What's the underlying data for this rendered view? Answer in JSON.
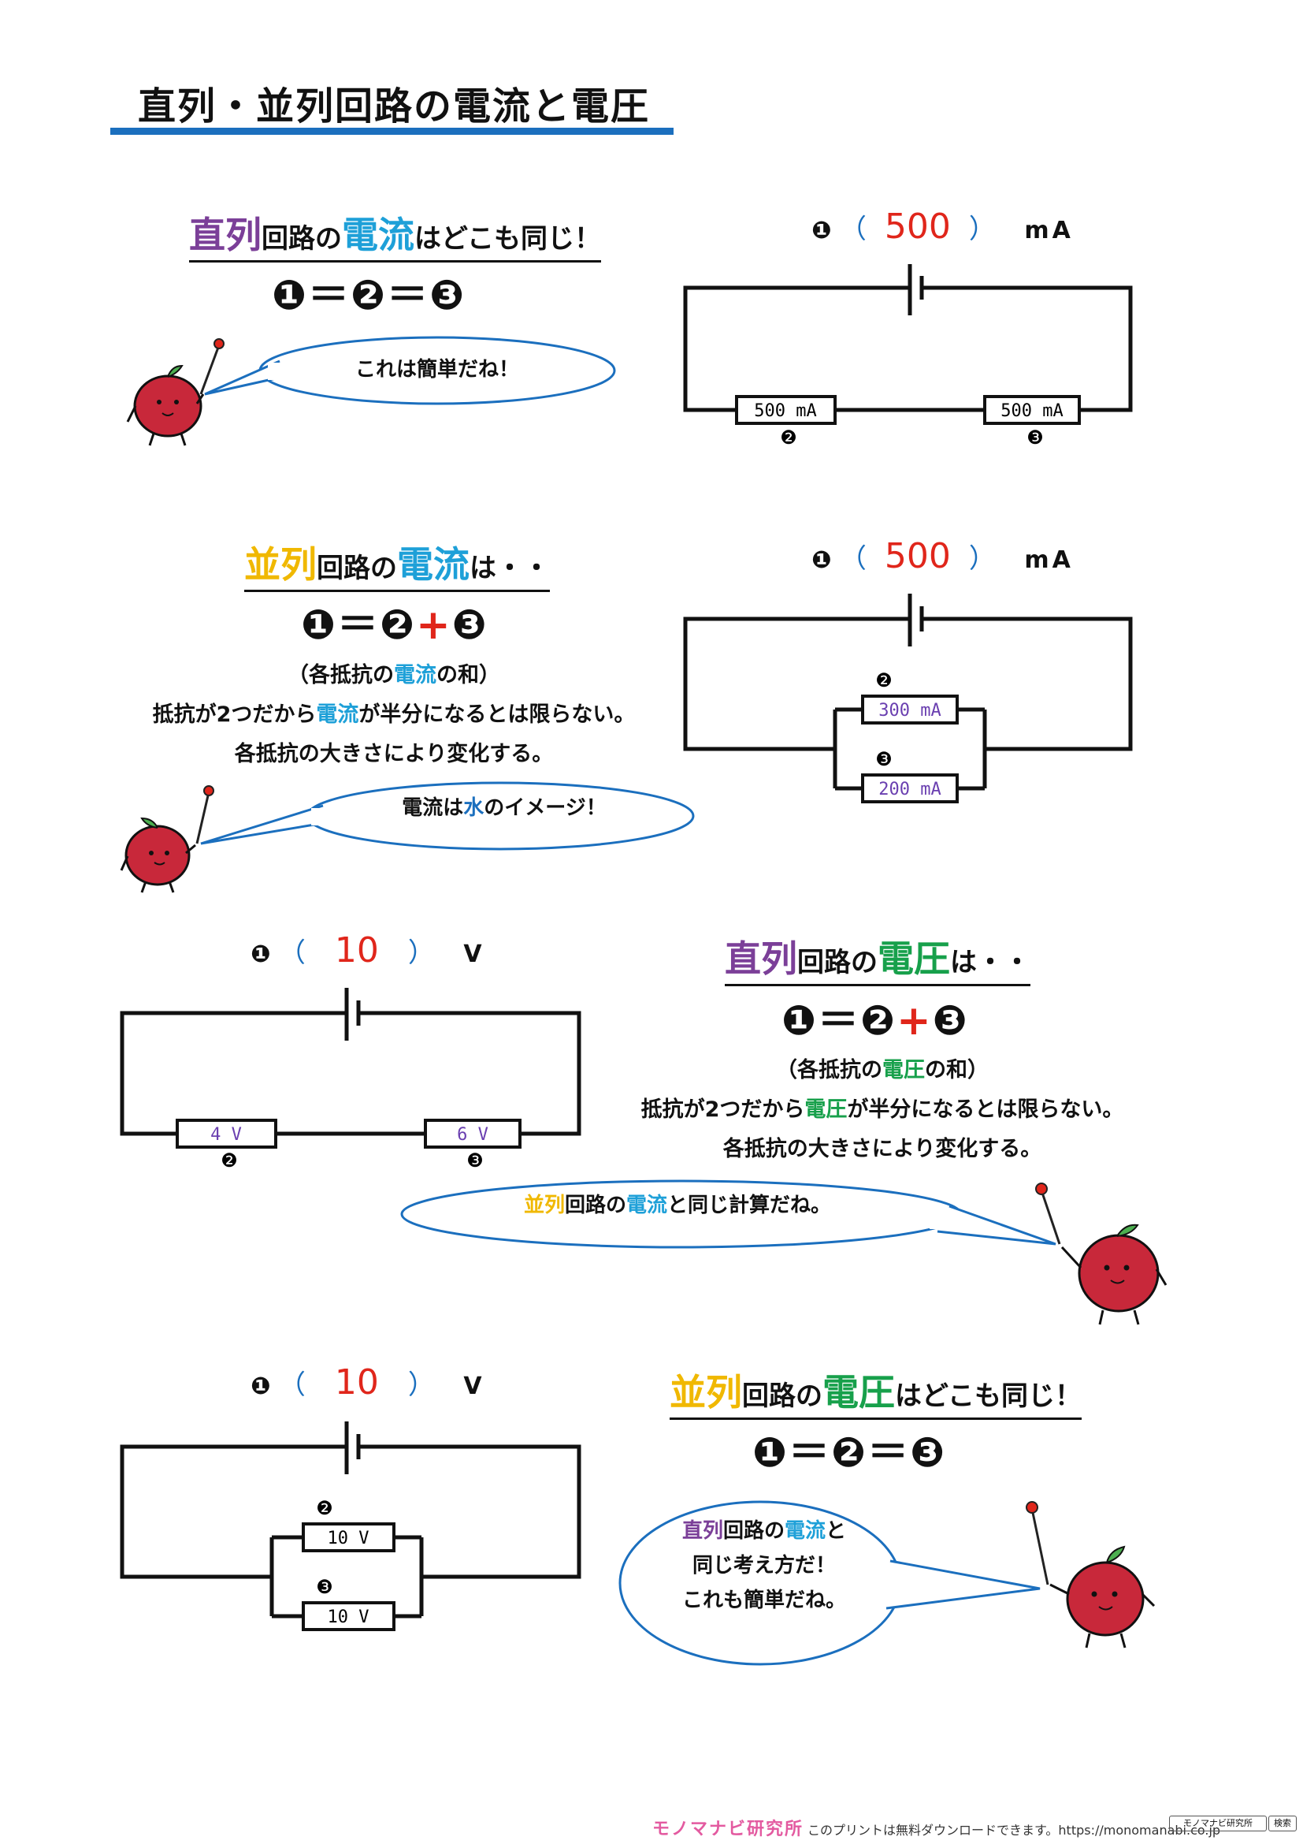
{
  "title": "直列・並列回路の電流と電圧",
  "s1": {
    "heading": {
      "a": "直列",
      "b": "回路の",
      "c": "電流",
      "d": "はどこも同じ！"
    },
    "equation": {
      "a": "❶",
      "b": "＝",
      "c": "❷",
      "d": "＝",
      "e": "❸"
    },
    "bubble": "これは簡単だね！",
    "measure": {
      "marker": "❶",
      "open": "（",
      "value": "500",
      "close": "）",
      "unit": "mA"
    },
    "r1_label": "500 mA",
    "r2_label": "500 mA",
    "r1_num": "❷",
    "r2_num": "❸"
  },
  "s2": {
    "heading": {
      "a": "並列",
      "b": "回路の",
      "c": "電流",
      "d": "は・・"
    },
    "equation": {
      "a": "❶",
      "b": "＝",
      "c": "❷",
      "d": "+",
      "e": "❸"
    },
    "line1": {
      "a": "（各抵抗の",
      "b": "電流",
      "c": "の和）"
    },
    "line2": {
      "a": "抵抗が2つだから",
      "b": "電流",
      "c": "が半分になるとは限らない。"
    },
    "line3": "各抵抗の大きさにより変化する。",
    "bubble": {
      "a": "電流は",
      "b": "水",
      "c": "のイメージ！"
    },
    "measure": {
      "marker": "❶",
      "open": "（",
      "value": "500",
      "close": "）",
      "unit": "mA"
    },
    "r1_label": "300 mA",
    "r2_label": "200 mA",
    "r1_num": "❷",
    "r2_num": "❸"
  },
  "s3": {
    "heading": {
      "a": "直列",
      "b": "回路の",
      "c": "電圧",
      "d": "は・・"
    },
    "equation": {
      "a": "❶",
      "b": "＝",
      "c": "❷",
      "d": "+",
      "e": "❸"
    },
    "line1": {
      "a": "（各抵抗の",
      "b": "電圧",
      "c": "の和）"
    },
    "line2": {
      "a": "抵抗が2つだから",
      "b": "電圧",
      "c": "が半分になるとは限らない。"
    },
    "line3": "各抵抗の大きさにより変化する。",
    "bubble": {
      "a": "並列",
      "b": "回路の",
      "c": "電流",
      "d": "と同じ計算だね。"
    },
    "measure": {
      "marker": "❶",
      "open": "（",
      "value": "10",
      "close": "）",
      "unit": "V"
    },
    "r1_label": "4 V",
    "r2_label": "6 V",
    "r1_num": "❷",
    "r2_num": "❸"
  },
  "s4": {
    "heading": {
      "a": "並列",
      "b": "回路の",
      "c": "電圧",
      "d": "はどこも同じ！"
    },
    "equation": {
      "a": "❶",
      "b": "＝",
      "c": "❷",
      "d": "＝",
      "e": "❸"
    },
    "bubble": {
      "l1a": "直列",
      "l1b": "回路の",
      "l1c": "電流",
      "l1d": "と",
      "l2": "同じ考え方だ！",
      "l3": "これも簡単だね。"
    },
    "measure": {
      "marker": "❶",
      "open": "（",
      "value": "10",
      "close": "）",
      "unit": "V"
    },
    "r1_label": "10 V",
    "r2_label": "10 V",
    "r1_num": "❷",
    "r2_num": "❸"
  },
  "colors": {
    "accent_blue": "#1b6fbe",
    "red": "#e0261b",
    "purple": "#7b3f98",
    "cyan": "#1ea0d8",
    "yellow": "#f0b800",
    "green": "#17a04b",
    "apple": "#c8283a"
  },
  "footer": {
    "logo": "モノマナビ研究所",
    "note": "このプリントは無料ダウンロードできます。https://monomanabi.co.jp",
    "search_box": "モノマナビ研究所",
    "search_button": "検索"
  }
}
